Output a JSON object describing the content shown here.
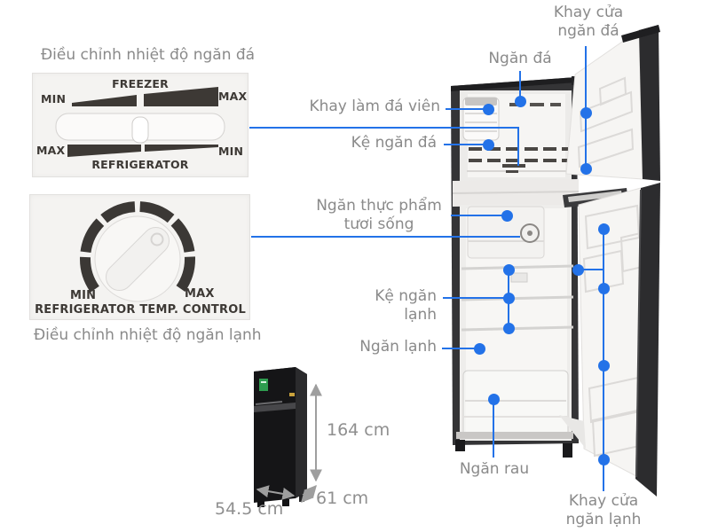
{
  "colors": {
    "accent_blue": "#2372e8",
    "label_gray": "#8a8a8a",
    "panel_text": "#3d3935"
  },
  "freezer_control": {
    "title": "Điều chỉnh nhiệt độ ngăn đá",
    "scale_top_label": "FREEZER",
    "scale_top_min": "MIN",
    "scale_top_max": "MAX",
    "scale_bottom_max": "MAX",
    "scale_bottom_min": "MIN",
    "scale_bottom_label": "REFRIGERATOR"
  },
  "fridge_control": {
    "min": "MIN",
    "max": "MAX",
    "label": "REFRIGERATOR TEMP. CONTROL",
    "caption": "Điều chỉnh nhiệt độ ngăn lạnh"
  },
  "callouts": {
    "freezer_door_tray": "Khay cửa ngăn đá",
    "freezer_compartment": "Ngăn đá",
    "ice_cube_tray": "Khay làm đá viên",
    "freezer_shelf": "Kệ ngăn đá",
    "fresh_food_compartment": "Ngăn thực phẩm tươi sống",
    "fridge_shelf": "Kệ ngăn lạnh",
    "fridge_compartment": "Ngăn lạnh",
    "vegetable_drawer": "Ngăn rau",
    "fridge_door_tray": "Khay cửa ngăn lạnh"
  },
  "dimensions": {
    "height": "164 cm",
    "depth": "61 cm",
    "width": "54.5 cm"
  }
}
